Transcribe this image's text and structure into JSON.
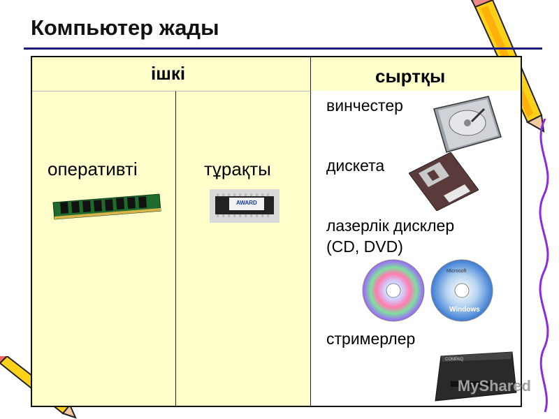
{
  "title": "Компьютер жады",
  "table": {
    "internal_header": "ішкі",
    "external_header": "сыртқы",
    "internal": {
      "ram_label": "оперативті",
      "rom_label": "тұрақты",
      "rom_chip_text": "AWARD"
    },
    "external": {
      "items": [
        {
          "label": "винчестер",
          "icon": "hard-drive-icon"
        },
        {
          "label": "дискета",
          "icon": "floppy-disk-icon"
        },
        {
          "label_line1": "лазерлік дисклер",
          "label_line2": "(CD, DVD)",
          "icon": "optical-disc-icon"
        },
        {
          "label": "стримерлер",
          "icon": "tape-drive-icon"
        }
      ],
      "disc_brand_text": "Windows",
      "disc_brand_subtext": "Microsoft",
      "streamer_brand": "COMPAQ"
    }
  },
  "watermark": "MyShared",
  "colors": {
    "header_bg": "#ffffcc",
    "title_rule": "#1a1a80",
    "pencil_yellow": "#ffd21a",
    "pencil_purple": "#8a2be2"
  }
}
